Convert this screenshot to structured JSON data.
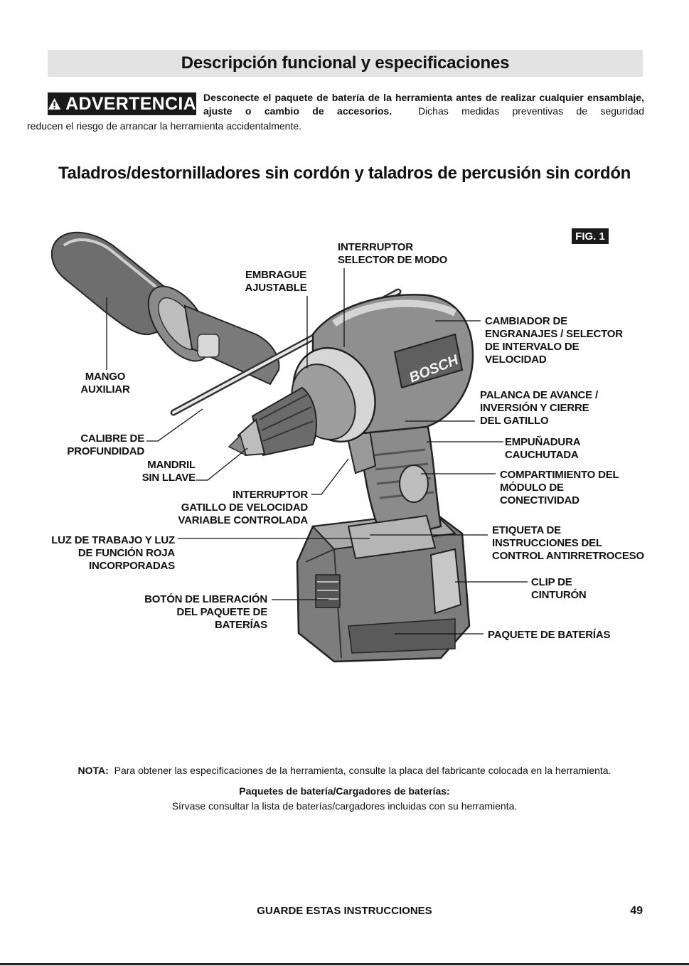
{
  "header": {
    "section_title": "Descripción funcional y especificaciones"
  },
  "warning": {
    "badge_label": "ADVERTENCIA",
    "bold_text": "Desconecte el paquete de batería de la herramienta antes de realizar cualquier ensamblaje, ajuste o cambio de accesorios.",
    "text": "Dichas medidas preventivas de seguridad",
    "continuation": "reducen el riesgo de arrancar la herramienta accidentalmente."
  },
  "subtitle": "Taladros/destornilladores sin cordón y taladros de percusión sin cordón",
  "figure": {
    "fig_label": "FIG. 1",
    "brand_mark": "BOSCH",
    "callouts": {
      "mode_selector": "INTERRUPTOR\nSELECTOR DE MODO",
      "clutch": "EMBRAGUE\nAJUSTABLE",
      "gear_shifter": "CAMBIADOR DE\nENGRANAJES / SELECTOR\nDE INTERVALO DE\nVELOCIDAD",
      "aux_handle": "MANGO\nAUXILIAR",
      "forward_reverse": "PALANCA DE AVANCE /\nINVERSIÓN Y CIERRE\nDEL GATILLO",
      "depth_gauge": "CALIBRE DE\nPROFUNDIDAD",
      "rubber_grip": "EMPUÑADURA\nCAUCHUTADA",
      "keyless_chuck": "MANDRIL\nSIN LLAVE",
      "connectivity": "COMPARTIMIENTO DEL\nMÓDULO DE\nCONECTIVIDAD",
      "trigger": "INTERRUPTOR\nGATILLO DE VELOCIDAD\nVARIABLE CONTROLADA",
      "kickback_label": "ETIQUETA DE\nINSTRUCCIONES DEL\nCONTROL ANTIRRETROCESO",
      "work_light": "LUZ DE TRABAJO Y LUZ\nDE FUNCIÓN ROJA\nINCORPORADAS",
      "belt_clip": "CLIP DE\nCINTURÓN",
      "battery_release": "BOTÓN DE LIBERACIÓN\nDEL PAQUETE DE\nBATERÍAS",
      "battery_pack": "PAQUETE DE BATERÍAS"
    }
  },
  "note": {
    "label": "NOTA:",
    "text": "Para obtener las especificaciones de la herramienta, consulte la placa del fabricante colocada en la herramienta."
  },
  "packs": {
    "title": "Paquetes de batería/Cargadores de baterías:",
    "body": "Sírvase consultar la lista de baterías/cargadores incluidas con su herramienta."
  },
  "footer": {
    "save_text": "GUARDE ESTAS INSTRUCCIONES",
    "page_number": "49"
  }
}
